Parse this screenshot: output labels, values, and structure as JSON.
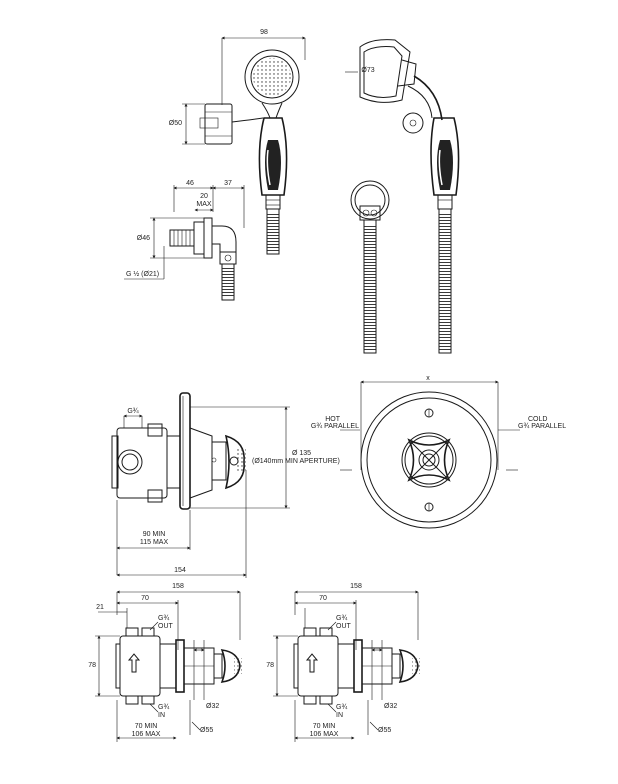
{
  "labels": {
    "shower_width": "98",
    "holder_diameter": "Ø50",
    "head_diameter": "Ø73",
    "elbow_depth": "46",
    "elbow_max": "20",
    "elbow_max_word": "MAX",
    "elbow_ext": "37",
    "elbow_diameter": "Ø46",
    "elbow_thread": "G ½ (Ø21)",
    "valve_side_inlet": "G¾",
    "plate_diameter_line1": "Ø 135",
    "plate_diameter_line2": "(Ø140mm MIN APERTURE)",
    "depth_min": "90 MIN",
    "depth_max": "115 MAX",
    "overall_depth": "154",
    "front_top_mark": "x",
    "hot_label": "HOT",
    "hot_thread": "G¾ PARALLEL",
    "cold_label": "COLD",
    "cold_thread": "G¾ PARALLEL"
  },
  "bottom_views": [
    {
      "overall": "158",
      "body": "70",
      "left_offset": "21",
      "height": "78",
      "out_thread": "G¾",
      "out_word": "OUT",
      "in_thread": "G¾",
      "in_word": "IN",
      "spindle": "Ø32",
      "handle": "Ø55",
      "min": "70 MIN",
      "max": "106 MAX"
    },
    {
      "overall": "158",
      "body": "70",
      "left_offset": "",
      "height": "78",
      "out_thread": "G¾",
      "out_word": "OUT",
      "in_thread": "G¾",
      "in_word": "IN",
      "spindle": "Ø32",
      "handle": "Ø55",
      "min": "70 MIN",
      "max": "106 MAX"
    }
  ]
}
